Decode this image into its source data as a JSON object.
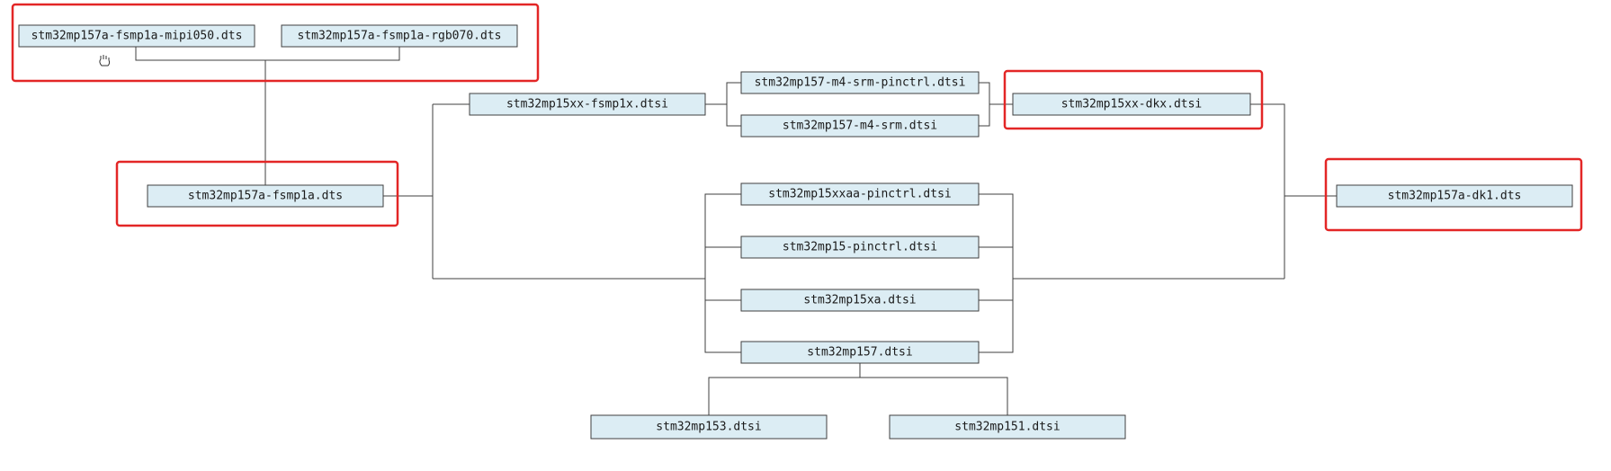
{
  "diagram": {
    "nodes": {
      "mipi": "stm32mp157a-fsmp1a-mipi050.dts",
      "rgb": "stm32mp157a-fsmp1a-rgb070.dts",
      "fsmp1a": "stm32mp157a-fsmp1a.dts",
      "fsmp1x": "stm32mp15xx-fsmp1x.dtsi",
      "m4pinctrl": "stm32mp157-m4-srm-pinctrl.dtsi",
      "m4srm": "stm32mp157-m4-srm.dtsi",
      "dkx": "stm32mp15xx-dkx.dtsi",
      "dk1": "stm32mp157a-dk1.dts",
      "xxaa": "stm32mp15xxaa-pinctrl.dtsi",
      "pinctrl": "stm32mp15-pinctrl.dtsi",
      "xa": "stm32mp15xa.dtsi",
      "mp157": "stm32mp157.dtsi",
      "mp153": "stm32mp153.dtsi",
      "mp151": "stm32mp151.dtsi"
    },
    "colors": {
      "node_fill": "#dcedf4",
      "node_border": "#3f3f3f",
      "highlight": "#e32626"
    },
    "highlighted": [
      "mipi",
      "rgb",
      "fsmp1a",
      "dkx",
      "dk1"
    ]
  }
}
